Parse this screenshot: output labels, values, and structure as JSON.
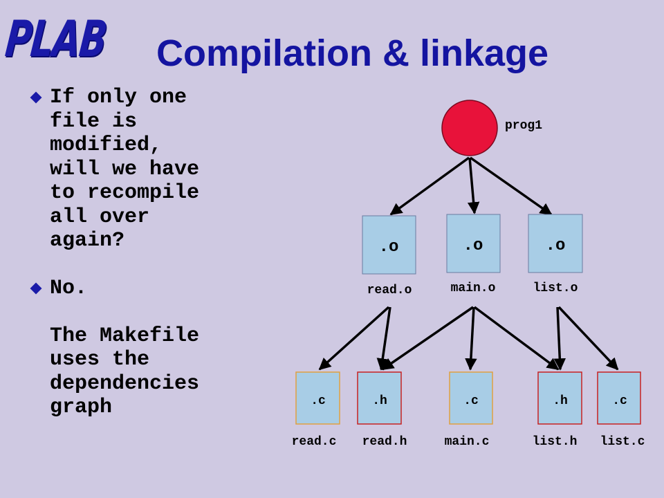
{
  "logo": {
    "text": "PLAB"
  },
  "title": "Compilation & linkage",
  "bullets": [
    {
      "text": "If only one\nfile is\nmodified,\nwill we have\nto recompile\nall over\nagain?"
    },
    {
      "text": "No.\n\nThe Makefile\nuses the\ndependencies\ngraph"
    }
  ],
  "graph": {
    "root": {
      "label": "prog1",
      "color": "#E8123A"
    },
    "objects": [
      {
        "glyph": ".o",
        "label": "read.o"
      },
      {
        "glyph": ".o",
        "label": "main.o"
      },
      {
        "glyph": ".o",
        "label": "list.o"
      }
    ],
    "sources": [
      {
        "glyph": ".c",
        "label": "read.c",
        "kind": "source"
      },
      {
        "glyph": ".h",
        "label": "read.h",
        "kind": "header"
      },
      {
        "glyph": ".c",
        "label": "main.c",
        "kind": "source"
      },
      {
        "glyph": ".h",
        "label": "list.h",
        "kind": "header"
      },
      {
        "glyph": ".c",
        "label": "list.c",
        "kind": "header"
      }
    ],
    "colors": {
      "object_fill": "#A8CDE6",
      "file_fill": "#A8CDE6",
      "source_border": "#E0A040",
      "header_border": "#C82020",
      "arrow": "#000000"
    }
  }
}
